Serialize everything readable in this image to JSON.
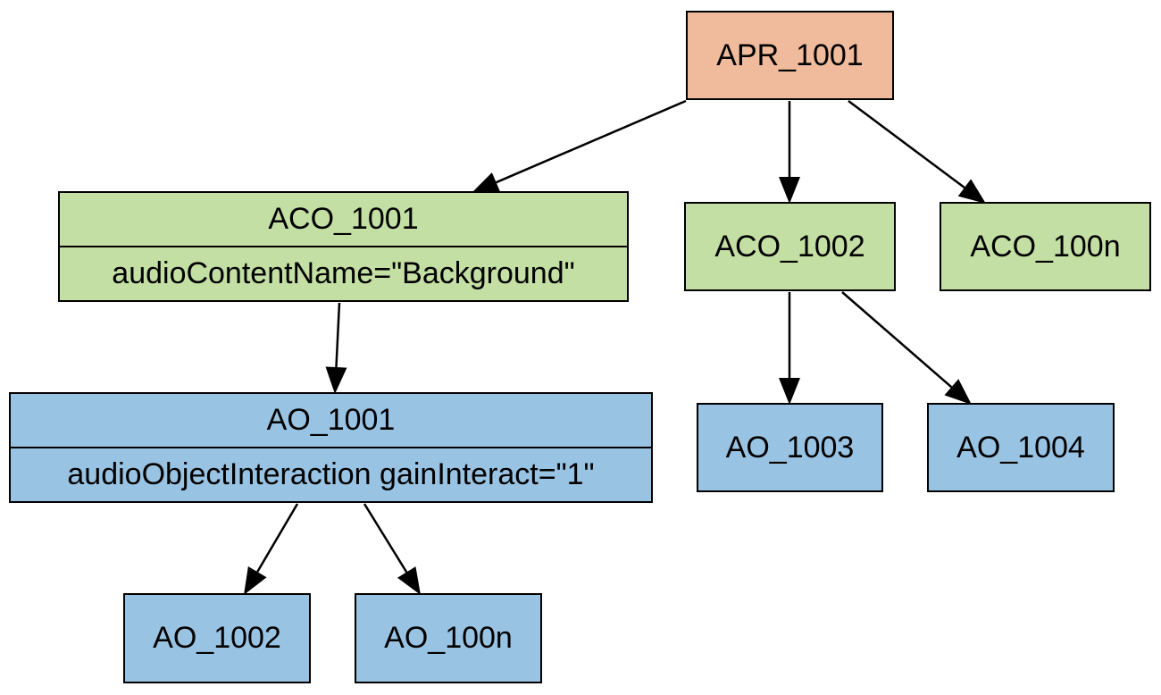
{
  "colors": {
    "programme": "#f0bb9c",
    "content": "#c4dfa3",
    "object": "#99c3e3",
    "line": "#000000"
  },
  "nodes": {
    "apr_1001": {
      "label": "APR_1001"
    },
    "aco_1001": {
      "label": "ACO_1001",
      "attribute": "audioContentName=\"Background\""
    },
    "aco_1002": {
      "label": "ACO_1002"
    },
    "aco_100n": {
      "label": "ACO_100n"
    },
    "ao_1001": {
      "label": "AO_1001",
      "attribute": "audioObjectInteraction gainInteract=\"1\""
    },
    "ao_1003": {
      "label": "AO_1003"
    },
    "ao_1004": {
      "label": "AO_1004"
    },
    "ao_1002": {
      "label": "AO_1002"
    },
    "ao_100n": {
      "label": "AO_100n"
    }
  },
  "edges": [
    {
      "from": "APR_1001",
      "to": "ACO_1001"
    },
    {
      "from": "APR_1001",
      "to": "ACO_1002"
    },
    {
      "from": "APR_1001",
      "to": "ACO_100n"
    },
    {
      "from": "ACO_1001",
      "to": "AO_1001"
    },
    {
      "from": "ACO_1002",
      "to": "AO_1003"
    },
    {
      "from": "ACO_1002",
      "to": "AO_1004"
    },
    {
      "from": "AO_1001",
      "to": "AO_1002"
    },
    {
      "from": "AO_1001",
      "to": "AO_100n"
    }
  ]
}
